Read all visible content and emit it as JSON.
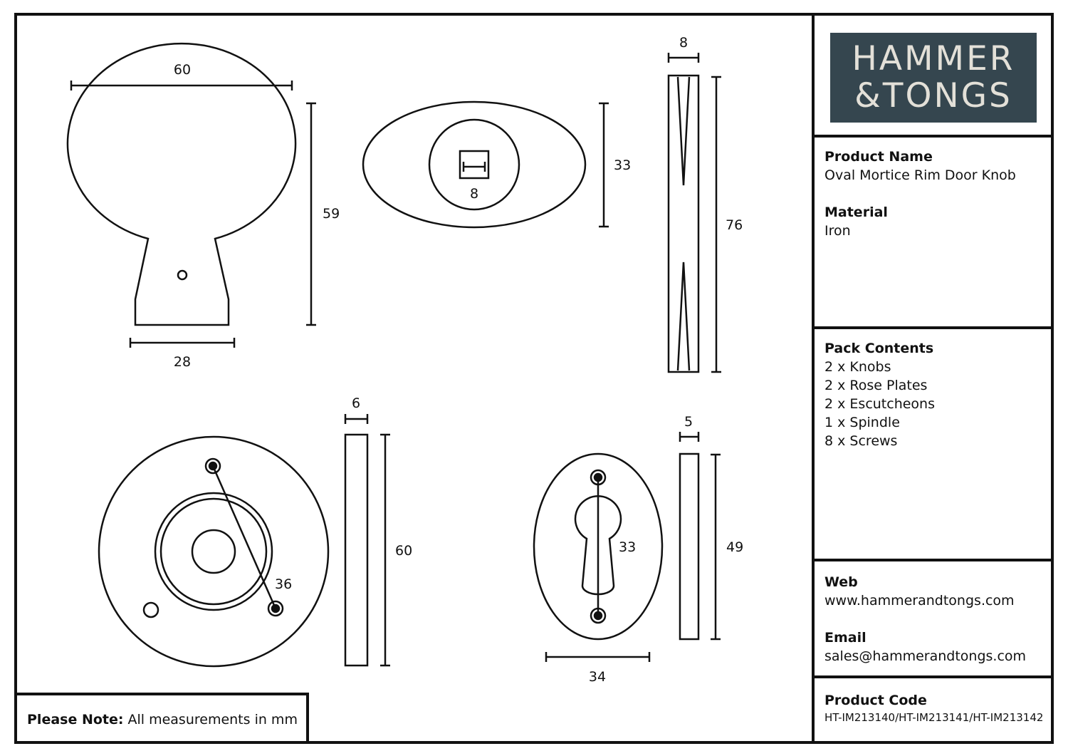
{
  "brand": {
    "line1": "HAMMER",
    "line2": "&TONGS",
    "bg_color": "#35464f",
    "text_color": "#e3e0d8"
  },
  "note": {
    "label": "Please Note:",
    "text": "All measurements in mm"
  },
  "dimensions": {
    "knob_width": "60",
    "knob_height": "59",
    "knob_base": "28",
    "knob_front_height": "33",
    "spindle_square": "8",
    "spindle_width": "8",
    "spindle_length": "76",
    "rose_thickness": "6",
    "rose_diameter": "60",
    "rose_hole_spacing": "36",
    "esc_thickness": "5",
    "esc_height": "49",
    "esc_hole_spacing": "33",
    "esc_width": "34"
  },
  "info": {
    "product_name_label": "Product Name",
    "product_name": "Oval Mortice Rim Door Knob",
    "material_label": "Material",
    "material": "Iron",
    "pack_label": "Pack Contents",
    "pack_items": [
      "2 x Knobs",
      "2 x Rose Plates",
      "2 x Escutcheons",
      "1 x Spindle",
      "8 x Screws"
    ],
    "web_label": "Web",
    "web": "www.hammerandtongs.com",
    "email_label": "Email",
    "email": "sales@hammerandtongs.com",
    "code_label": "Product Code",
    "code": "HT-IM213140/HT-IM213141/HT-IM213142"
  }
}
